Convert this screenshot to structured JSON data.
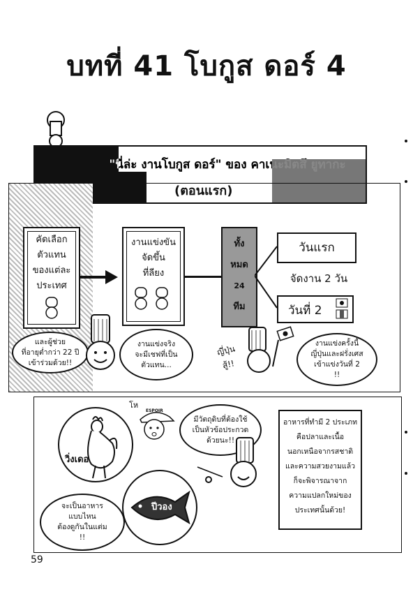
{
  "page_title": "บทที่ 41 โบกูส ดอร์ 4",
  "banner": {
    "line1": "\"นี่ล่ะ งานโบกูส ดอร์\" ของ คาเนะมิตสึ ยูทากะ",
    "line2": "(ตอนแรก)"
  },
  "panel1": {
    "box_select": [
      "คัดเลือก",
      "ตัวแทน",
      "ของแต่ละ",
      "ประเทศ"
    ],
    "box_contest": [
      "งานแข่งขัน",
      "จัดขึ้น",
      "ที่ลียง"
    ],
    "box_total": [
      "ทั้ง",
      "หมด",
      "24",
      "ทีม"
    ],
    "day1": "วันแรก",
    "two_days": "จัดงาน 2 วัน",
    "day2": "วันที่ 2",
    "bubble_assistant": [
      "และผู้ช่วย",
      "ที่อายุต่ำกว่า 22 ปี",
      "เข้าร่วมด้วย!!"
    ],
    "bubble_chef": [
      "งานแข่งจริง",
      "จะมีเชฟที่เป็น",
      "ตัวแทน..."
    ],
    "japan_label": "ญี่ปุ่น",
    "su_label": "สู้!!",
    "bubble_japan": [
      "งานแข่งครั้งนี้",
      "ญี่ปุ่นและฝรั่งเศส",
      "เข้าแข่งวันที่ 2",
      "!!"
    ]
  },
  "panel2": {
    "chicken_label": "วิ่งเดอ",
    "oh_label": "โห",
    "cap_text": "ESPOIR",
    "bubble_ingredient": [
      "มีวัตถุดิบที่ต้องใช้",
      "เป็นหัวข้อประกวด",
      "ด้วยนะ!!"
    ],
    "fish_label": "ปีวอง",
    "bubble_food": [
      "จะเป็นอาหาร",
      "แบบไหน",
      "ต้องดูกันในแต่ม",
      "!!"
    ],
    "caption": [
      "อาหารที่ทำมี 2 ประเภท",
      "คือปลาและเนื้อ",
      "นอกเหนือจากรสชาติ",
      "และความสวยงามแล้ว",
      "ก็จะพิจารณาจาก",
      "ความแปลกใหม่ของ",
      "ประเทศนั้นด้วย!"
    ]
  },
  "page_number": "59"
}
